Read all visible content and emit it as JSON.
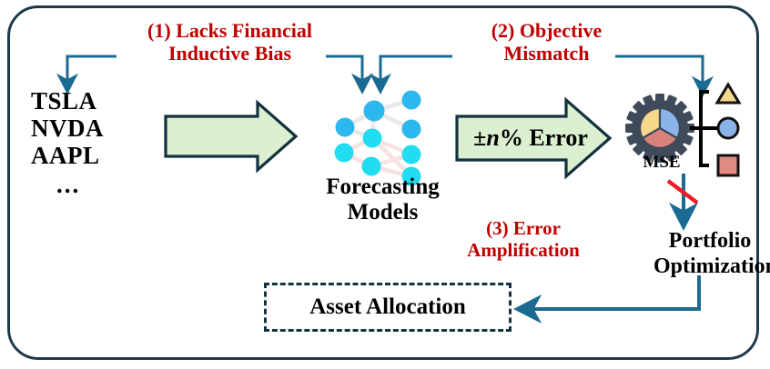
{
  "diagram": {
    "title_absent": true,
    "colors": {
      "frame": "#1d3a4a",
      "arrow_blue": "#1b6a92",
      "annotation_red": "#c00000",
      "arrow_fill_green": "#dcefd0",
      "arrow_stroke": "#13323f",
      "node_cyan": "#29c6f2",
      "node_cyan_light": "#22d3ee",
      "gear_gray": "#4a5568",
      "pie_yellow": "#f6d88a",
      "pie_blue": "#8ab4e8",
      "pie_red": "#d9827c",
      "shape_triangle": "#f6d88a",
      "shape_circle": "#8ab4e8",
      "shape_square": "#e08a84",
      "slash_red": "#ee1c25"
    },
    "annotations": [
      {
        "id": "1",
        "text": "(1) Lacks Financial\nInductive Bias"
      },
      {
        "id": "2",
        "text": "(2) Objective\nMismatch"
      },
      {
        "id": "3",
        "text": "(3) Error\nAmplification"
      }
    ],
    "tickers": {
      "list": "TSLA\nNVDA\nAAPL",
      "ellipsis": "..."
    },
    "nodes": {
      "forecasting_models": "Forecasting\nModels",
      "mse_label": "MSE",
      "portfolio_optimization": "Portfolio\nOptimization",
      "asset_allocation": "Asset Allocation"
    },
    "arrows": {
      "green_arrow_1_label": "",
      "green_arrow_2_label_prefix": "±",
      "green_arrow_2_label_var": "n",
      "green_arrow_2_label_suffix": "% Error"
    },
    "icons": {
      "neural_network": "neural-network-icon",
      "gear_pie": "gear-pie-chart-icon",
      "triangle": "triangle-asset-icon",
      "circle": "circle-asset-icon",
      "square": "square-asset-icon",
      "red_slash": "red-slash-icon"
    }
  }
}
